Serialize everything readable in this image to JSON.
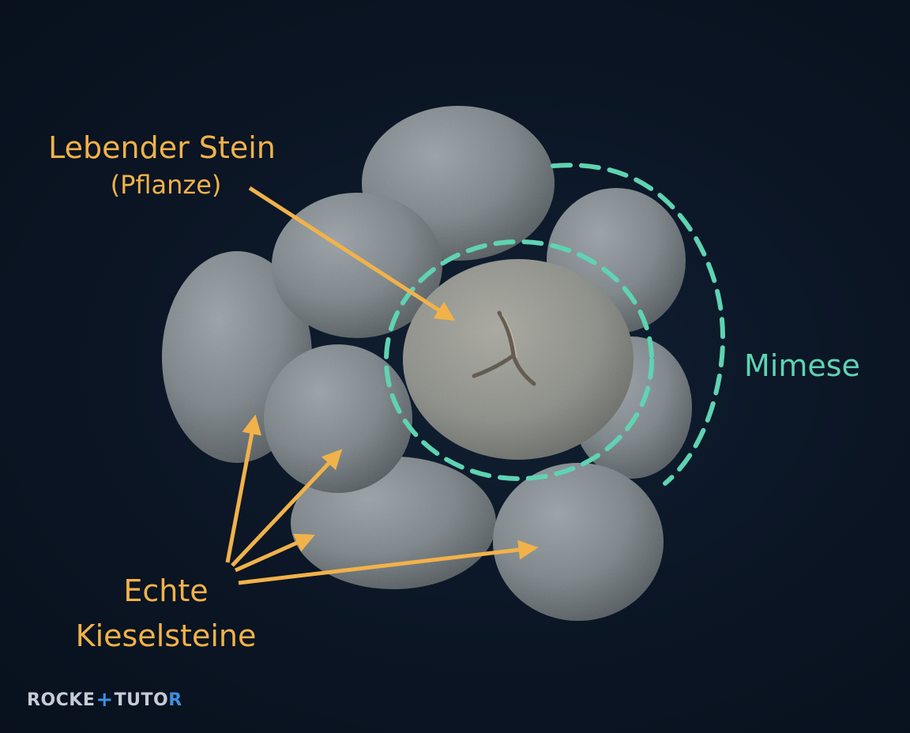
{
  "labels": {
    "living_stone_line1": "Lebender Stein",
    "living_stone_line2": "(Pflanze)",
    "real_pebbles_line1": "Echte",
    "real_pebbles_line2": "Kieselsteine",
    "mimicry": "Mimese"
  },
  "logo": {
    "part1": "ROCKE",
    "part2": "TUTO",
    "part3": "R"
  },
  "colors": {
    "background": "#0c1624",
    "annotation_orange": "#f1b24a",
    "annotation_teal": "#5fd3b2",
    "stone_gray": "#7f878c",
    "plant_stone": "#959892"
  },
  "icons": {
    "logo_plus": "plus-icon"
  }
}
